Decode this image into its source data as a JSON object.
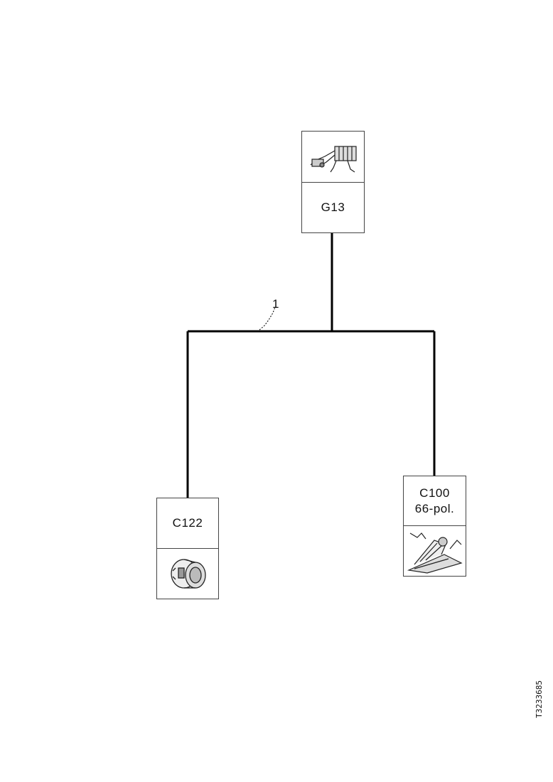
{
  "wire": {
    "label": "1"
  },
  "connectors": [
    {
      "id": "g13",
      "name": "G13",
      "sub": "",
      "icon": "multi-pin-connector-icon"
    },
    {
      "id": "c122",
      "name": "C122",
      "sub": "",
      "icon": "round-connector-icon"
    },
    {
      "id": "c100",
      "name": "C100",
      "sub": "66-pol.",
      "icon": "multi-pin-connector-icon"
    }
  ],
  "figure": {
    "ref_code": "T3233685"
  },
  "colors": {
    "line": "#000000",
    "box_border": "#444444"
  }
}
